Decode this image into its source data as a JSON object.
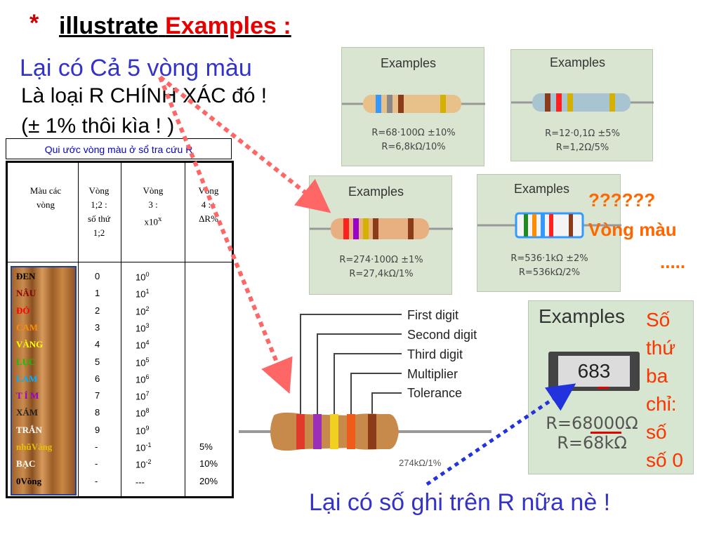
{
  "title": {
    "star": "*",
    "part1": "illustrate",
    "part2": "Examples :"
  },
  "intro": {
    "line1": "Lại có Cả 5 vòng màu",
    "line2": "Là loại  R CHÍNH XÁC đó !",
    "line3": "(± 1% thôi kìa ! )"
  },
  "table_caption": "Qui ước vòng màu ở sổ tra cứu R",
  "table": {
    "headers": [
      "Màu các vòng",
      "Vòng 1;2 : số thứ 1;2",
      "Vòng 3 : x10x",
      "Vòng 4 :± ΔR%"
    ],
    "header_lines": {
      "c1": [
        "Màu các",
        "vòng"
      ],
      "c2": [
        "Vòng",
        "1;2 :",
        "số thứ",
        "1;2"
      ],
      "c3": [
        "Vòng",
        "3 :",
        "x10"
      ],
      "c3_sup": "x",
      "c4": [
        "Vòng",
        "4 :±",
        "ΔR%"
      ]
    },
    "rows": [
      {
        "name": "ĐEN",
        "color": "#000000",
        "digit": "0",
        "mult": "10",
        "exp": "0",
        "tol": ""
      },
      {
        "name": "NÂU",
        "color": "#8b0000",
        "digit": "1",
        "mult": "10",
        "exp": "1",
        "tol": ""
      },
      {
        "name": "ĐỎ",
        "color": "#ff0000",
        "digit": "2",
        "mult": "10",
        "exp": "2",
        "tol": ""
      },
      {
        "name": "CAM",
        "color": "#ff8c00",
        "digit": "3",
        "mult": "10",
        "exp": "3",
        "tol": ""
      },
      {
        "name": "VÀNG",
        "color": "#ffff00",
        "digit": "4",
        "mult": "10",
        "exp": "4",
        "tol": ""
      },
      {
        "name": "LỤC",
        "color": "#00cc00",
        "digit": "5",
        "mult": "10",
        "exp": "5",
        "tol": ""
      },
      {
        "name": "LAM",
        "color": "#00b0ff",
        "digit": "6",
        "mult": "10",
        "exp": "6",
        "tol": ""
      },
      {
        "name": "T Í M",
        "color": "#9900cc",
        "digit": "7",
        "mult": "10",
        "exp": "7",
        "tol": ""
      },
      {
        "name": "XÁM",
        "color": "#222222",
        "digit": "8",
        "mult": "10",
        "exp": "8",
        "tol": ""
      },
      {
        "name": "TRẮN",
        "color": "#ffffff",
        "digit": "9",
        "mult": "10",
        "exp": "9",
        "tol": ""
      },
      {
        "name": "nhũVàng",
        "color": "#e6c000",
        "digit": "-",
        "mult": "10",
        "exp": "-1",
        "tol": "5%"
      },
      {
        "name": "BẠC",
        "color": "#ffffff",
        "digit": "-",
        "mult": "10",
        "exp": "-2",
        "tol": "10%"
      },
      {
        "name": "0Vòng",
        "color": "#000000",
        "digit": "-",
        "mult": "---",
        "exp": "",
        "tol": "20%"
      }
    ]
  },
  "examples": [
    {
      "label": "Examples",
      "formula1": "R=68·100Ω ±10%",
      "formula2": "R=6,8kΩ/10%"
    },
    {
      "label": "Examples",
      "formula1": "R=12·0,1Ω ±5%",
      "formula2": "R=1,2Ω/5%"
    },
    {
      "label": "Examples",
      "formula1": "R=274·100Ω ±1%",
      "formula2": "R=27,4kΩ/1%"
    },
    {
      "label": "Examples",
      "formula1": "R=536·1kΩ ±2%",
      "formula2": "R=536kΩ/2%"
    }
  ],
  "question": {
    "marks": "??????",
    "text": "Vòng màu",
    "dots": "....."
  },
  "diagram": {
    "labels": [
      "First digit",
      "Second digit",
      "Third digit",
      "Multiplier",
      "Tolerance"
    ],
    "value": "274kΩ/1%"
  },
  "smd": {
    "label": "Examples",
    "code": "683",
    "formula1": "R=68000Ω",
    "formula2": "R=68kΩ"
  },
  "smd_note": [
    "Số",
    "thứ",
    "ba",
    "chỉ:",
    "số",
    "số 0"
  ],
  "bottom_text": "Lại có số ghi trên R nữa nè !",
  "colors": {
    "blue_text": "#3333cc",
    "red_title": "#e60000",
    "orange": "#ff6600",
    "arrow_red": "#ff6666",
    "arrow_blue": "#2233dd"
  }
}
